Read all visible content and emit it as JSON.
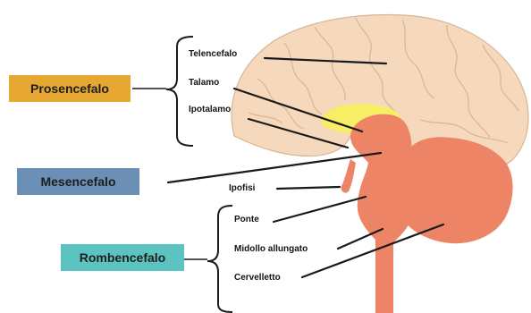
{
  "regions": {
    "prosencefalo": {
      "label": "Prosencefalo",
      "color": "#E6A833"
    },
    "mesencefalo": {
      "label": "Mesencefalo",
      "color": "#6B8FB5"
    },
    "rombencefalo": {
      "label": "Rombencefalo",
      "color": "#5CC4C0"
    }
  },
  "parts": {
    "telencefalo": "Telencefalo",
    "talamo": "Talamo",
    "ipotalamo": "Ipotalamo",
    "ipofisi": "Ipofisi",
    "ponte": "Ponte",
    "midollo_allungato": "Midollo allungato",
    "cervelletto": "Cervelletto"
  },
  "colors": {
    "cortex": "#F6D9BC",
    "cortex_outline": "#D8B594",
    "thalamus": "#F8EE66",
    "brainstem": "#EE8466",
    "lines": "#1a1a1a"
  }
}
